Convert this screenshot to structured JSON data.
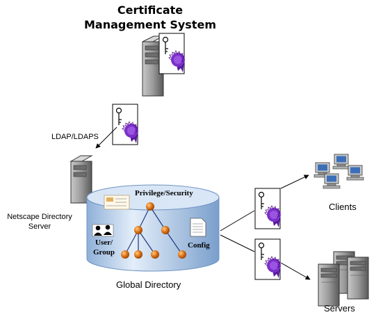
{
  "title": {
    "line1": "Certificate",
    "line2": "Management System"
  },
  "labels": {
    "ldap": "LDAP/LDAPS",
    "nds_line1": "Netscape Directory",
    "nds_line2": "Server",
    "clients": "Clients",
    "servers": "Servers",
    "global_directory": "Global Directory",
    "privilege_security": "Privilege/Security",
    "user_group_line1": "User/",
    "user_group_line2": "Group",
    "config": "Config"
  },
  "colors": {
    "seal": "#7b2fc9",
    "node": "#d2691e",
    "cylinder": "#c9dbf0",
    "cylinder_dark": "#7aa0cc",
    "server_body": "#8a8a8a",
    "monitor": "#3d6fb8"
  }
}
